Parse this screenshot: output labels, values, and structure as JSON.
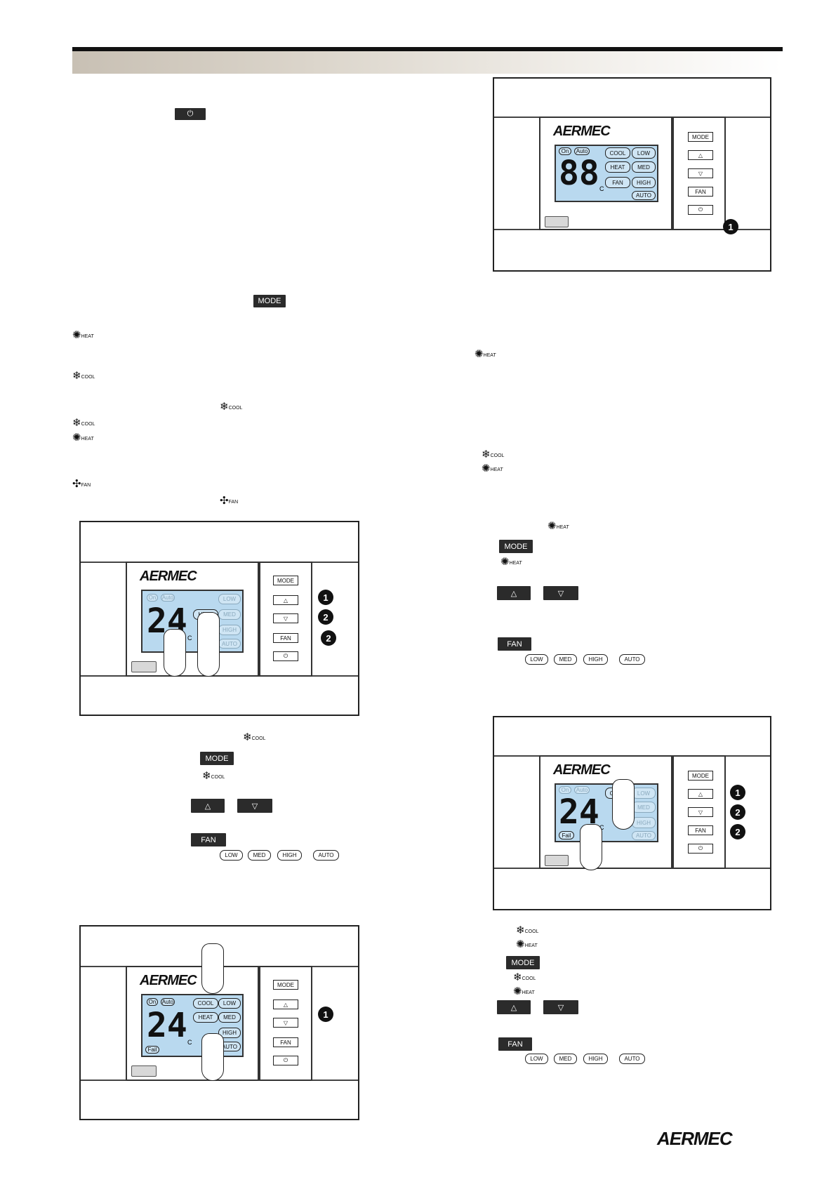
{
  "keys": {
    "power": "⏻",
    "mode": "MODE",
    "up": "△",
    "down": "▽",
    "fan": "FAN"
  },
  "modes": {
    "heat": "HEAT",
    "cool": "COOL",
    "fan": "FAN",
    "heat_glyph": "✺",
    "cool_glyph": "❄",
    "fan_glyph": "✣"
  },
  "speeds": {
    "low": "LOW",
    "med": "MED",
    "high": "HIGH",
    "auto": "AUTO"
  },
  "display": {
    "brand": "AERMEC",
    "on": "On",
    "auto_badge": "Auto",
    "fail": "Fail",
    "test_digits": "88",
    "temp": "24",
    "unit": "C"
  },
  "callouts": {
    "one": "1",
    "two": "2"
  },
  "footer_logo": "AERMEC"
}
